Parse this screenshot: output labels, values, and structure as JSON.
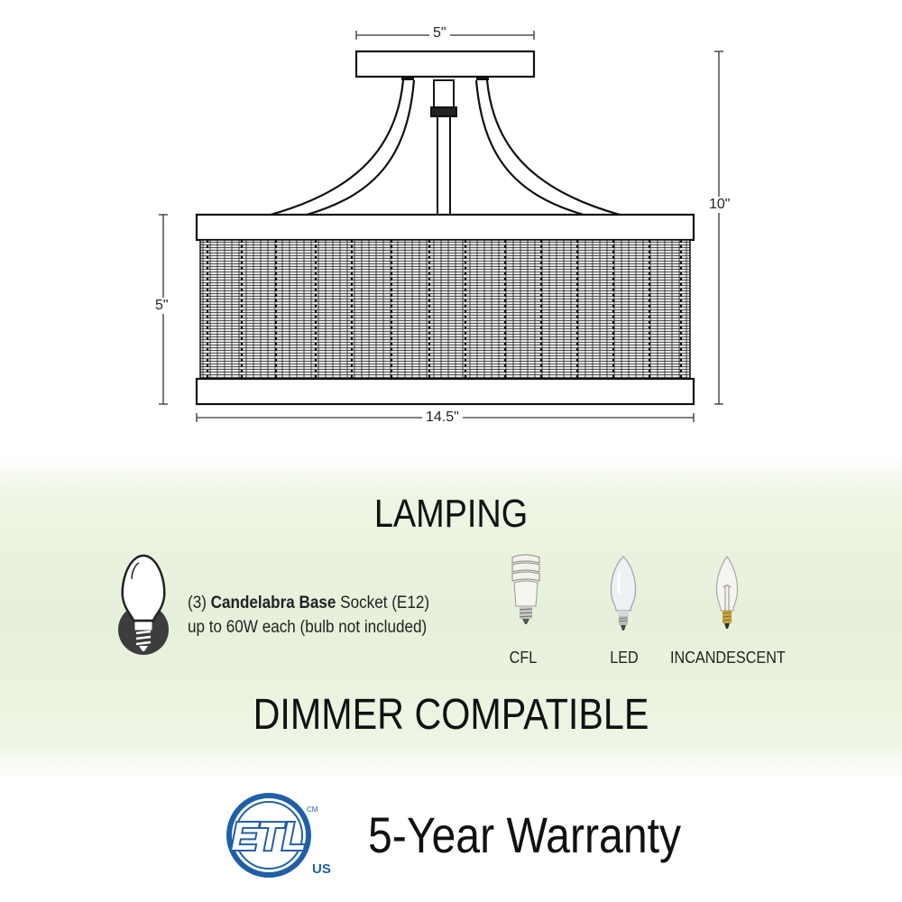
{
  "dimensions": {
    "top_width": "5\"",
    "height_total": "10\"",
    "shade_height": "5\"",
    "shade_width": "14.5\""
  },
  "lamping": {
    "title": "LAMPING",
    "socket_count": "(3)",
    "socket_type": "Candelabra Base",
    "socket_suffix": "Socket (E12)",
    "wattage": "up to 60W each (bulb not included)",
    "bulbs": [
      "CFL",
      "LED",
      "INCANDESCENT"
    ]
  },
  "dimmer": "DIMMER COMPATIBLE",
  "certification": {
    "mark": "ETL",
    "cm": "CM",
    "region": "US",
    "color": "#1f5fa8"
  },
  "warranty": "5-Year Warranty",
  "icons": [
    "candelabra-bulb-icon",
    "cfl-bulb-icon",
    "led-bulb-icon",
    "incandescent-bulb-icon",
    "etl-logo-icon"
  ]
}
